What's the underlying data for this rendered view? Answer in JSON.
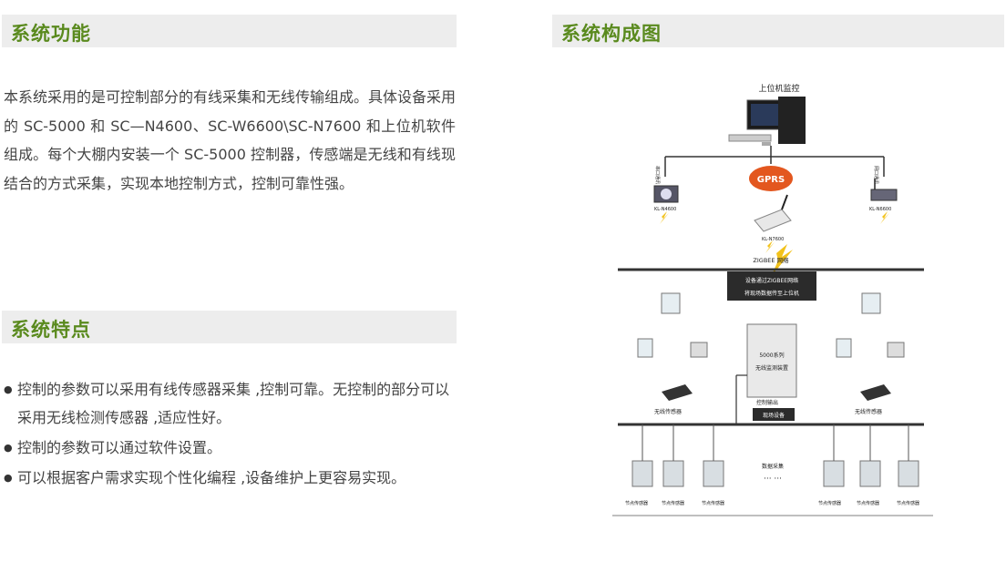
{
  "section_function": {
    "title": "系统功能",
    "paragraph": "本系统采用的是可控制部分的有线采集和无线传输组成。具体设备采用的 SC-5000 和 SC—N4600、SC-W6600\\SC-N7600 和上位机软件组成。每个大棚内安装一个 SC-5000 控制器，传感端是无线和有线现结合的方式采集，实现本地控制方式，控制可靠性强。"
  },
  "section_features": {
    "title": "系统特点",
    "items": [
      "控制的参数可以采用有线传感器采集 ,控制可靠。无控制的部分可以采用无线检测传感器 ,适应性好。",
      "控制的参数可以通过软件设置。",
      "可以根据客户需求实现个性化编程 ,设备维护上更容易实现。"
    ]
  },
  "section_diagram": {
    "title": "系统构成图"
  },
  "diagram": {
    "top_label": "上位机监控",
    "serial_label": "串口通讯",
    "network_label": "网口通讯",
    "gprs": "GPRS",
    "kl_n4600": "KL-N4600",
    "kl_n6600": "KL-N6600",
    "kl_n7600": "KL-N7600",
    "zigbee": "ZIGBEE 网络",
    "note_line1": "设备通过ZIGBEE网络",
    "note_line2": "将现场数据传至上位机",
    "controller_line1": "5000系列",
    "controller_line2": "无线监测装置",
    "control_output": "控制输出",
    "field_device": "现场设备",
    "wireless_left": "无线传感器",
    "wireless_right": "无线传感器",
    "data_collect": "数据采集",
    "dots": "··· ···",
    "node_labels": [
      "节点传感器",
      "节点传感器",
      "节点传感器",
      "节点传感器",
      "节点传感器",
      "节点传感器"
    ]
  }
}
